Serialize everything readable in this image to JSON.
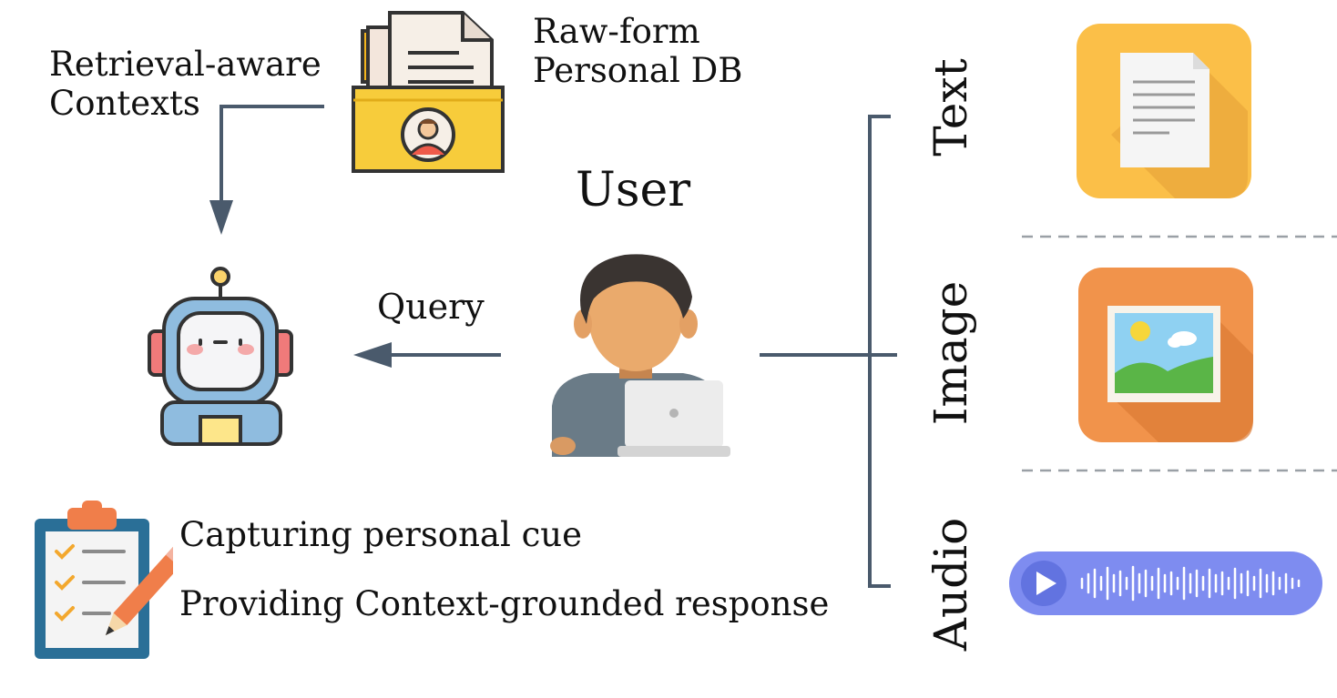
{
  "labels": {
    "raw_form": "Raw-form",
    "personal_db": "Personal DB",
    "retrieval_aware": "Retrieval-aware",
    "contexts": "Contexts",
    "user": "User",
    "query": "Query",
    "capturing_cue": "Capturing personal cue",
    "providing_response": "Providing Context-grounded response"
  },
  "modalities": [
    {
      "label": "Text"
    },
    {
      "label": "Image"
    },
    {
      "label": "Audio"
    }
  ],
  "colors": {
    "line": "#4a5a6c",
    "text_tile": "#fbbf48",
    "image_tile": "#f1934b",
    "audio_pill": "#7e8cf0",
    "folder": "#f7cc3b"
  },
  "icons": [
    "folder-user-icon",
    "robot-icon",
    "user-laptop-icon",
    "checklist-icon",
    "document-icon",
    "picture-icon",
    "audio-wave-icon"
  ]
}
